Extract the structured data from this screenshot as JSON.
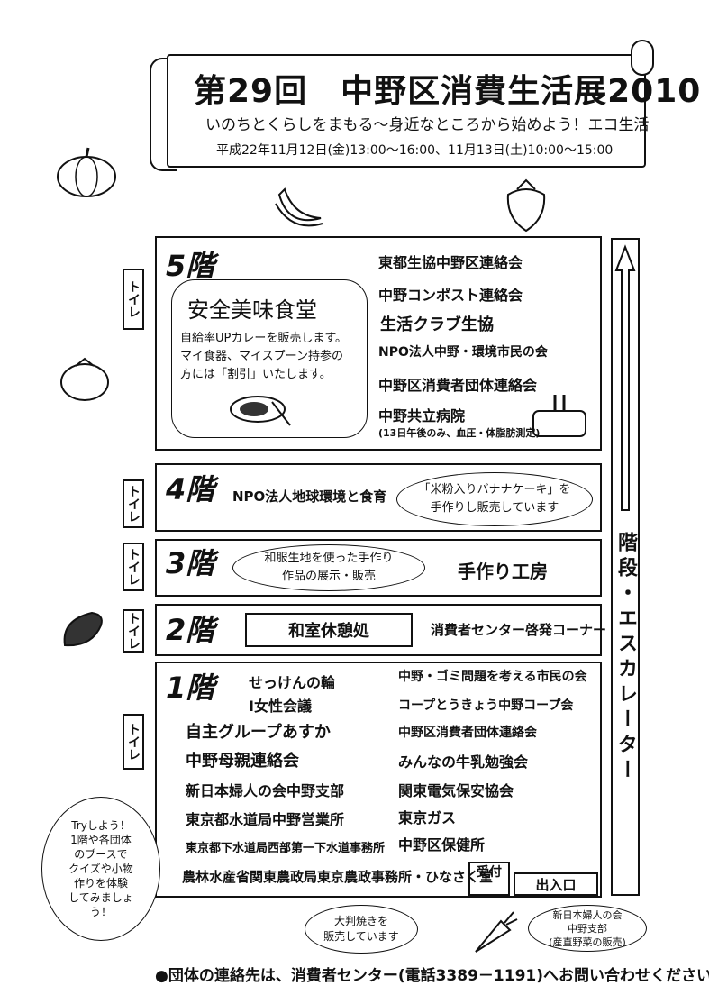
{
  "header": {
    "title": "第29回　中野区消費生活展2010",
    "subtitle": "いのちとくらしをまもる～身近なところから始めよう！エコ生活",
    "dates": "平成22年11月12日(金)13:00～16:00、11月13日(土)10:00～15:00"
  },
  "toilet_label": "トイレ",
  "escalator_label": "階段・エスカレーター",
  "floor5": {
    "label": "5階",
    "cafeteria_title": "安全美味食堂",
    "cafeteria_text": [
      "自給率UPカレーを販売します。",
      "マイ食器、マイスプーン持参の",
      "方には「割引」いたします。"
    ],
    "orgs": [
      "東都生協中野区連絡会",
      "中野コンポスト連絡会",
      "生活クラブ生協",
      "NPO法人中野・環境市民の会",
      "中野区消費者団体連絡会",
      "中野共立病院"
    ],
    "hospital_note": "(13日午後のみ、血圧・体脂肪測定)"
  },
  "floor4": {
    "label": "4階",
    "org": "NPO法人地球環境と食育",
    "bubble": [
      "「米粉入りバナナケーキ」を",
      "手作りし販売しています"
    ]
  },
  "floor3": {
    "label": "3階",
    "bubble": [
      "和服生地を使った手作り",
      "作品の展示・販売"
    ],
    "org": "手作り工房"
  },
  "floor2": {
    "label": "2階",
    "room": "和室休憩処",
    "org": "消費者センター啓発コーナー"
  },
  "floor1": {
    "label": "1階",
    "left_orgs": [
      "せっけんの輪",
      "I女性会議",
      "自主グループあすか",
      "中野母親連絡会",
      "新日本婦人の会中野支部",
      "東京都水道局中野営業所",
      "東京都下水道局西部第一下水道事務所"
    ],
    "right_orgs": [
      "中野・ゴミ問題を考える市民の会",
      "コープとうきょう中野コープ会",
      "中野区消費者団体連絡会",
      "みんなの牛乳勉強会",
      "関東電気保安協会",
      "東京ガス",
      "中野区保健所"
    ],
    "bottom_org": "農林水産省関東農政局東京農政事務所・ひなさく堂",
    "reception": "受付",
    "entrance": "出入口"
  },
  "try_bubble": [
    "Tryしよう！",
    "1階や各団体",
    "のブースで",
    "クイズや小物",
    "作りを体験",
    "してみましょ",
    "う！"
  ],
  "oban_bubble": [
    "大判焼きを",
    "販売しています"
  ],
  "shinfujin_bubble": [
    "新日本婦人の会",
    "中野支部",
    "(産直野菜の販売)"
  ],
  "footer": "●団体の連絡先は、消費者センター(電話3389－1191)へお問い合わせください。"
}
